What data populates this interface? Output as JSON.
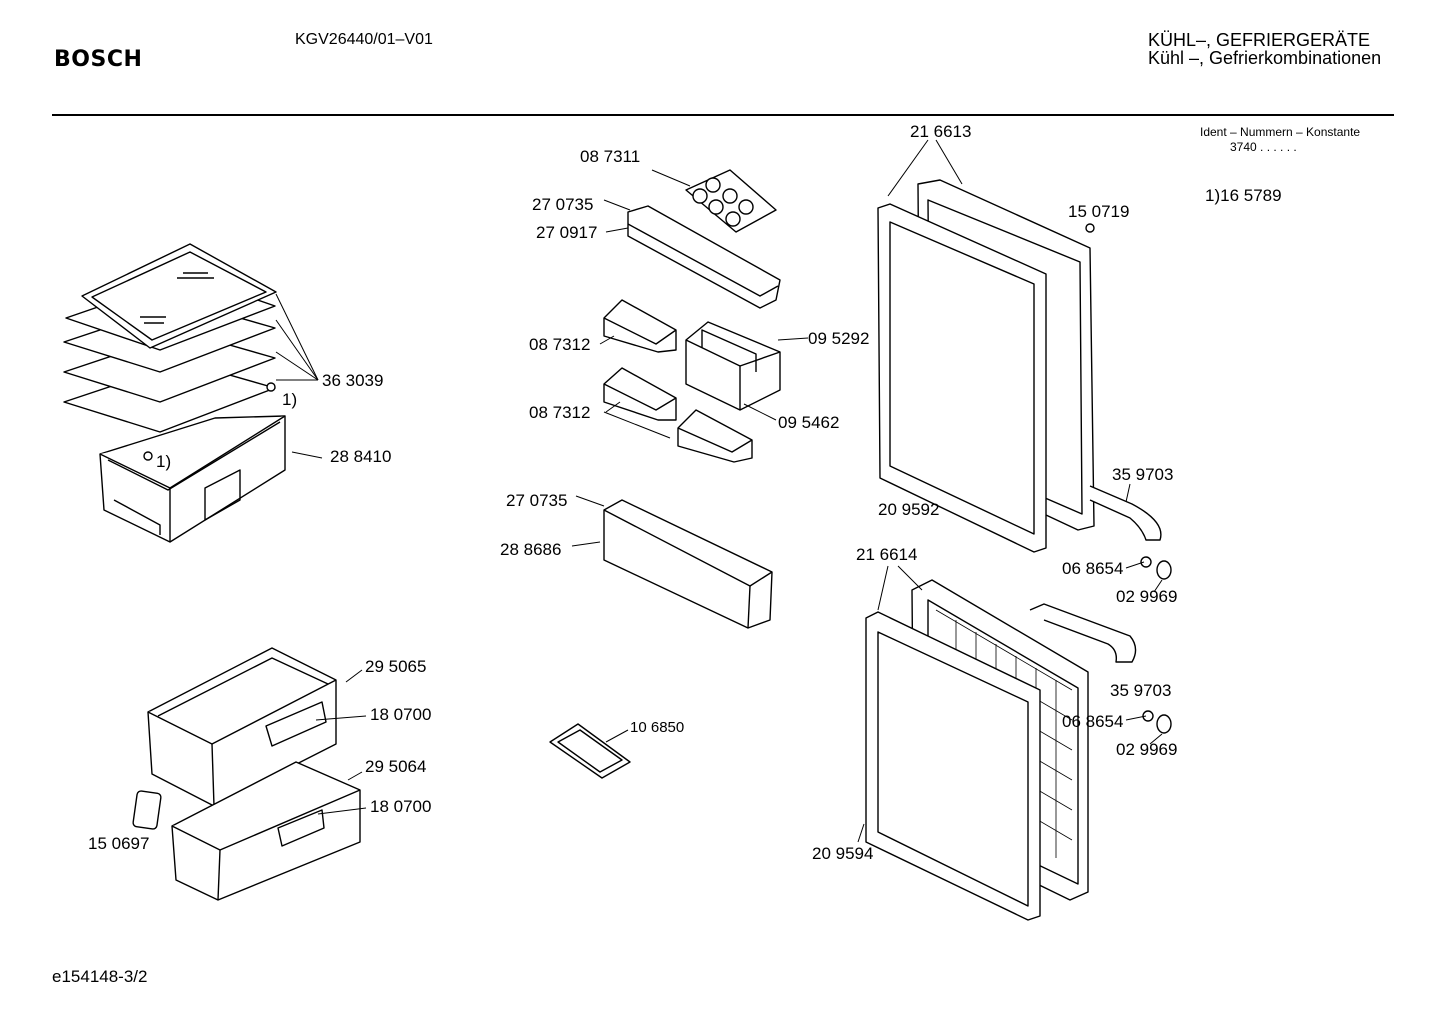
{
  "header": {
    "brand": "BOSCH",
    "model": "KGV26440/01–V01",
    "category_line1": "KÜHL–, GEFRIERGERÄTE",
    "category_line2": "Kühl –, Gefrierkombinationen",
    "ident_title": "Ident – Nummern – Konstante",
    "ident_value": "3740  .  .    .  .  .  .",
    "note": "1)16 5789"
  },
  "footer": {
    "doc_id": "e154148-3/2"
  },
  "callouts": {
    "note_marker": "1)",
    "p363039": "36 3039",
    "p288410": "28 8410",
    "p295065": "29 5065",
    "p180700a": "18 0700",
    "p295064": "29 5064",
    "p180700b": "18 0700",
    "p150697": "15 0697",
    "p087311": "08 7311",
    "p270735a": "27 0735",
    "p270917": "27 0917",
    "p087312a": "08 7312",
    "p095292": "09 5292",
    "p087312b": "08 7312",
    "p095462": "09 5462",
    "p270735b": "27 0735",
    "p288686": "28 8686",
    "p106850": "10 6850",
    "p216613": "21 6613",
    "p150719": "15 0719",
    "p359703a": "35 9703",
    "p209592": "20 9592",
    "p216614": "21 6614",
    "p068654a": "06 8654",
    "p029969a": "02 9969",
    "p359703b": "35 9703",
    "p068654b": "06 8654",
    "p029969b": "02 9969",
    "p209594": "20 9594"
  }
}
